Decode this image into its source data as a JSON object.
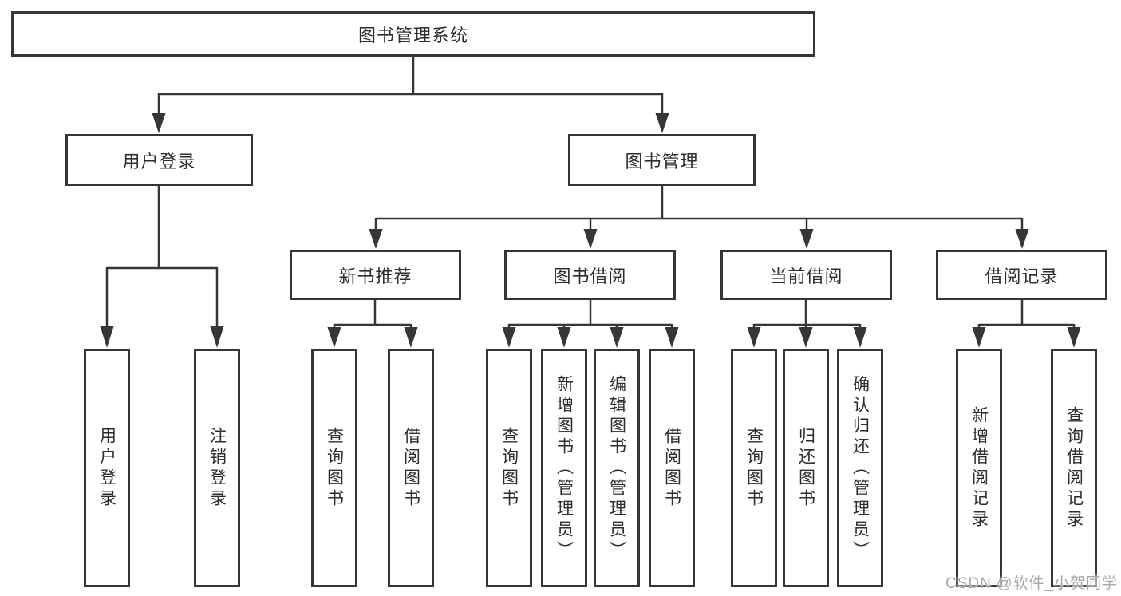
{
  "colors": {
    "background": "#ffffff",
    "line": "#363636",
    "border": "#363636",
    "text": "#2d2d2d",
    "watermark": "#a6a6a6"
  },
  "tree": {
    "root": "图书管理系统",
    "level1": [
      "用户登录",
      "图书管理"
    ],
    "level2": [
      "新书推荐",
      "图书借阅",
      "当前借阅",
      "借阅记录"
    ],
    "leaves": {
      "user_login": [
        "用户登录",
        "注销登录"
      ],
      "new_book": [
        "查询图书",
        "借阅图书"
      ],
      "borrow": [
        "查询图书",
        "新增图书（管理员）",
        "编辑图书（管理员）",
        "借阅图书"
      ],
      "current": [
        "查询图书",
        "归还图书",
        "确认归还（管理员）"
      ],
      "records": [
        "新增借阅记录",
        "查询借阅记录"
      ]
    }
  },
  "watermark": "CSDN @软件_小贺同学"
}
